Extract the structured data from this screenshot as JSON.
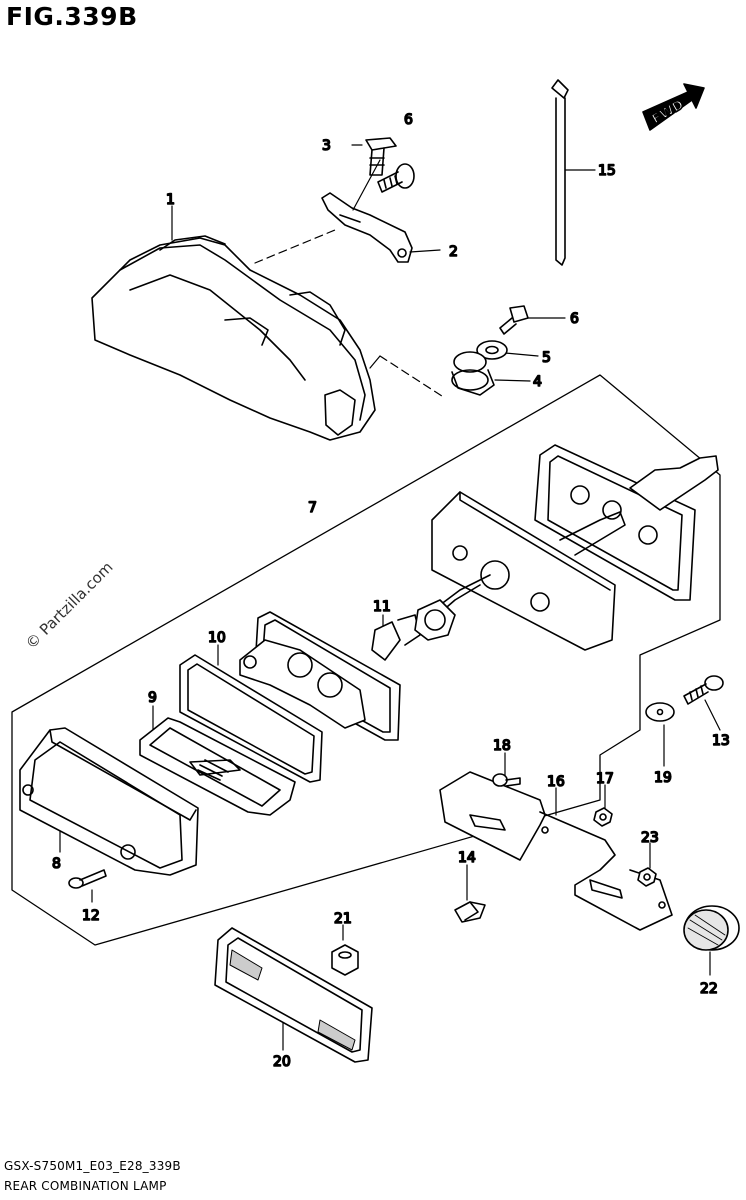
{
  "figure": {
    "title": "FIG.339B",
    "code": "GSX-S750M1_E03_E28_339B",
    "name": "REAR COMBINATION LAMP",
    "watermark": "© Partzilla.com",
    "fwd_label": "FWD"
  },
  "callouts": [
    {
      "id": "c1",
      "text": "1"
    },
    {
      "id": "c2",
      "text": "2"
    },
    {
      "id": "c3",
      "text": "3"
    },
    {
      "id": "c4",
      "text": "4"
    },
    {
      "id": "c5",
      "text": "5"
    },
    {
      "id": "c6a",
      "text": "6"
    },
    {
      "id": "c6b",
      "text": "6"
    },
    {
      "id": "c7",
      "text": "7"
    },
    {
      "id": "c8",
      "text": "8"
    },
    {
      "id": "c9",
      "text": "9"
    },
    {
      "id": "c10",
      "text": "10"
    },
    {
      "id": "c11",
      "text": "11"
    },
    {
      "id": "c12",
      "text": "12"
    },
    {
      "id": "c13",
      "text": "13"
    },
    {
      "id": "c14",
      "text": "14"
    },
    {
      "id": "c15",
      "text": "15"
    },
    {
      "id": "c16",
      "text": "16"
    },
    {
      "id": "c17",
      "text": "17"
    },
    {
      "id": "c18",
      "text": "18"
    },
    {
      "id": "c19",
      "text": "19"
    },
    {
      "id": "c20",
      "text": "20"
    },
    {
      "id": "c21",
      "text": "21"
    },
    {
      "id": "c22",
      "text": "22"
    },
    {
      "id": "c23",
      "text": "23"
    }
  ]
}
